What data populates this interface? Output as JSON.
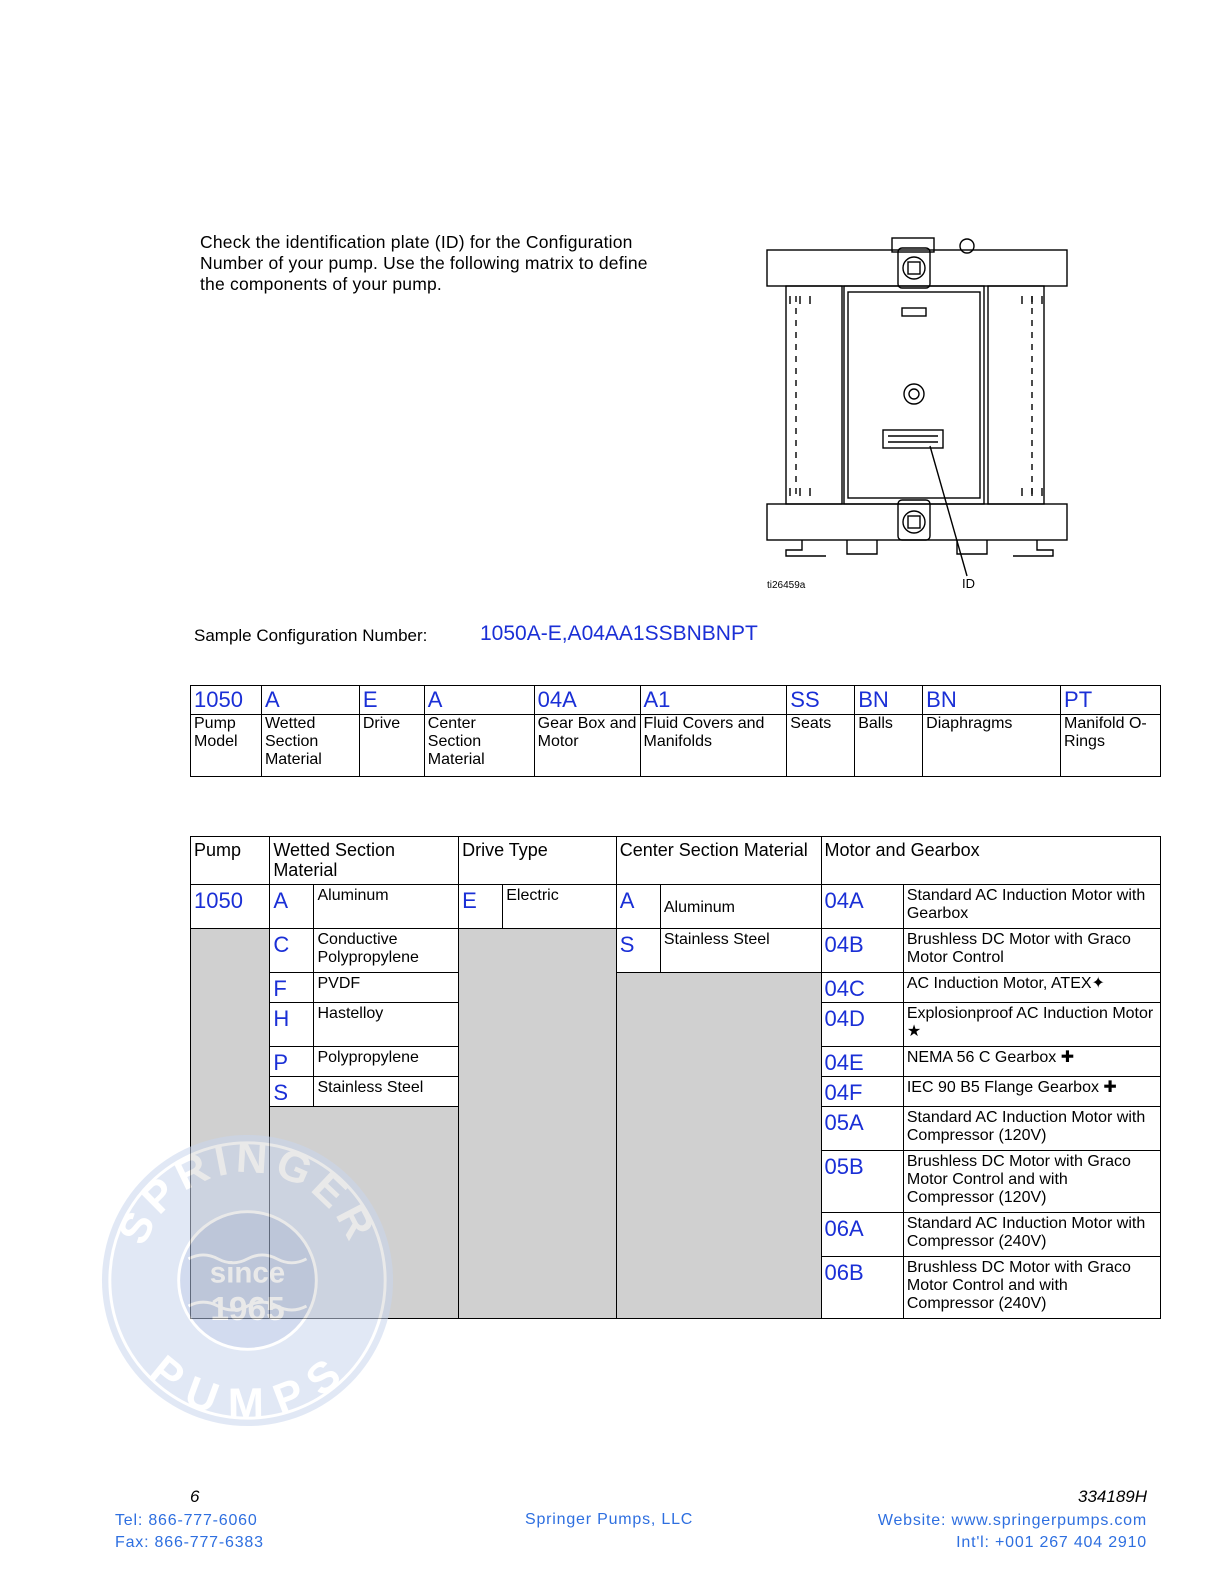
{
  "intro": "Check the identification plate (ID) for the Configuration Number of your pump.  Use the following matrix to define the components of your pump.",
  "figure": {
    "image_id": "ti26459a",
    "callout": "ID"
  },
  "sample": {
    "label": "Sample Configuration Number:",
    "value": "1050A-E,A04AA1SSBNBNPT"
  },
  "config_table": {
    "codes": [
      "1050",
      "A",
      "E",
      "A",
      "04A",
      "A1",
      "SS",
      "BN",
      "BN",
      "PT"
    ],
    "labels": [
      "Pump Model",
      "Wetted Section Material",
      "Drive",
      "Center Section Material",
      "Gear Box and Motor",
      "Fluid Covers and Manifolds",
      "Seats",
      "Balls",
      "Diaphragms",
      "Manifold O-Rings"
    ]
  },
  "matrix": {
    "headers": {
      "pump": "Pump",
      "wetted": "Wetted Section Material",
      "drive": "Drive Type",
      "center": "Center Section Material",
      "motor": "Motor and Gearbox"
    },
    "pump": "1050",
    "wetted": [
      {
        "code": "A",
        "desc": "Aluminum"
      },
      {
        "code": "C",
        "desc": "Conductive Polypropylene"
      },
      {
        "code": "F",
        "desc": "PVDF"
      },
      {
        "code": "H",
        "desc": "Hastelloy"
      },
      {
        "code": "P",
        "desc": "Polypropylene"
      },
      {
        "code": "S",
        "desc": "Stainless Steel"
      }
    ],
    "drive": {
      "code": "E",
      "desc": "Electric"
    },
    "center": [
      {
        "code": "A",
        "desc": "Aluminum"
      },
      {
        "code": "S",
        "desc": "Stainless Steel"
      }
    ],
    "motor": [
      {
        "code": "04A",
        "desc": "Standard AC Induction Motor with Gearbox"
      },
      {
        "code": "04B",
        "desc": "Brushless DC Motor with Graco Motor Control"
      },
      {
        "code": "04C",
        "desc": "AC Induction Motor, ATEX✦"
      },
      {
        "code": "04D",
        "desc": "Explosionproof AC Induction Motor ★"
      },
      {
        "code": "04E",
        "desc": "NEMA 56 C Gearbox ✚"
      },
      {
        "code": "04F",
        "desc": "IEC 90 B5 Flange Gearbox ✚"
      },
      {
        "code": "05A",
        "desc": "Standard AC Induction Motor with Compressor (120V)"
      },
      {
        "code": "05B",
        "desc": "Brushless DC Motor with Graco Motor Control and with Compressor (120V)"
      },
      {
        "code": "06A",
        "desc": "Standard AC Induction Motor with Compressor (240V)"
      },
      {
        "code": "06B",
        "desc": "Brushless DC Motor with Graco Motor Control and with Compressor (240V)"
      }
    ]
  },
  "watermark": {
    "top": "SPRINGER",
    "middle1": "since",
    "middle2": "1965",
    "bottom": "PUMPS"
  },
  "footer": {
    "page": "6",
    "doc": "334189H",
    "tel": "Tel:  866-777-6060",
    "fax": "Fax: 866-777-6383",
    "company": "Springer Pumps, LLC",
    "website": "Website: www.springerpumps.com",
    "intl": "Int'l: +001 267 404 2910"
  }
}
